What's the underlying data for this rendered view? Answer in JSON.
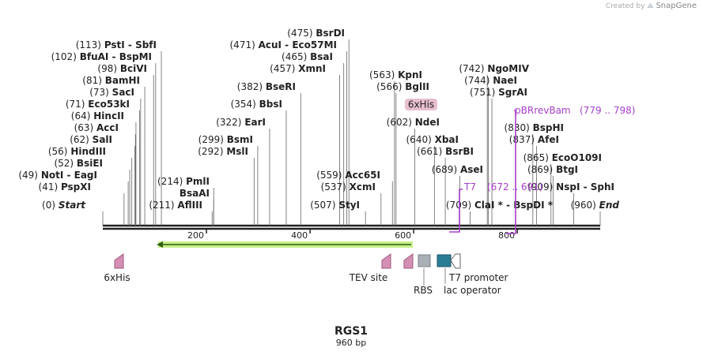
{
  "credit": {
    "prefix": "Created by",
    "brand": "SnapGene"
  },
  "map": {
    "name": "RGS1",
    "length_label": "960 bp",
    "total_bp": 960,
    "ruler_ticks": [
      "200",
      "400",
      "600",
      "800"
    ],
    "ruler_positions": [
      200,
      400,
      600,
      800
    ]
  },
  "sites": [
    {
      "name": "Start",
      "pos": "(0)",
      "bp": 0,
      "italic": true
    },
    {
      "name": "PspXI",
      "pos": "(41)",
      "bp": 41
    },
    {
      "name": "NotI - EagI",
      "pos": "(49)",
      "bp": 49
    },
    {
      "name": "BsiEI",
      "pos": "(52)",
      "bp": 52
    },
    {
      "name": "HindIII",
      "pos": "(56)",
      "bp": 56
    },
    {
      "name": "SalI",
      "pos": "(62)",
      "bp": 62
    },
    {
      "name": "AccI",
      "pos": "(63)",
      "bp": 63
    },
    {
      "name": "HincII",
      "pos": "(64)",
      "bp": 64
    },
    {
      "name": "Eco53kI",
      "pos": "(71)",
      "bp": 71
    },
    {
      "name": "SacI",
      "pos": "(73)",
      "bp": 73
    },
    {
      "name": "BamHI",
      "pos": "(81)",
      "bp": 81
    },
    {
      "name": "BciVI",
      "pos": "(98)",
      "bp": 98
    },
    {
      "name": "BfuAI - BspMI",
      "pos": "(102)",
      "bp": 102
    },
    {
      "name": "PstI - SbfI",
      "pos": "(113)",
      "bp": 113
    },
    {
      "name": "AflIII",
      "pos": "(211)",
      "bp": 211
    },
    {
      "name": "BsaAI",
      "pos": "",
      "bp": 214
    },
    {
      "name": "PmlI",
      "pos": "(214)",
      "bp": 214
    },
    {
      "name": "MslI",
      "pos": "(292)",
      "bp": 292
    },
    {
      "name": "BsmI",
      "pos": "(299)",
      "bp": 299
    },
    {
      "name": "EarI",
      "pos": "(322)",
      "bp": 322
    },
    {
      "name": "BbsI",
      "pos": "(354)",
      "bp": 354
    },
    {
      "name": "BseRI",
      "pos": "(382)",
      "bp": 382
    },
    {
      "name": "XmnI",
      "pos": "(457)",
      "bp": 457
    },
    {
      "name": "BsaI",
      "pos": "(465)",
      "bp": 465
    },
    {
      "name": "AcuI - Eco57MI",
      "pos": "(471)",
      "bp": 471
    },
    {
      "name": "BsrDI",
      "pos": "(475)",
      "bp": 475
    },
    {
      "name": "StyI",
      "pos": "(507)",
      "bp": 507
    },
    {
      "name": "XcmI",
      "pos": "(537)",
      "bp": 537
    },
    {
      "name": "Acc65I",
      "pos": "(559)",
      "bp": 559
    },
    {
      "name": "KpnI",
      "pos": "(563)",
      "bp": 563
    },
    {
      "name": "BglII",
      "pos": "(566)",
      "bp": 566
    },
    {
      "name": "NdeI",
      "pos": "(602)",
      "bp": 602
    },
    {
      "name": "XbaI",
      "pos": "(640)",
      "bp": 640
    },
    {
      "name": "BsrBI",
      "pos": "(661)",
      "bp": 661
    },
    {
      "name": "AseI",
      "pos": "(689)",
      "bp": 689
    },
    {
      "name": "ClaI * - BspDI *",
      "pos": "(709)",
      "bp": 709
    },
    {
      "name": "NgoMIV",
      "pos": "(742)",
      "bp": 742
    },
    {
      "name": "NaeI",
      "pos": "(744)",
      "bp": 744
    },
    {
      "name": "SgrAI",
      "pos": "(751)",
      "bp": 751
    },
    {
      "name": "BspHI",
      "pos": "(830)",
      "bp": 830
    },
    {
      "name": "AfeI",
      "pos": "(837)",
      "bp": 837
    },
    {
      "name": "EcoO109I",
      "pos": "(865)",
      "bp": 865
    },
    {
      "name": "BtgI",
      "pos": "(869)",
      "bp": 869
    },
    {
      "name": "NspI - SphI",
      "pos": "(909)",
      "bp": 909
    },
    {
      "name": "End",
      "pos": "(960)",
      "bp": 960,
      "italic": true
    }
  ],
  "primers": [
    {
      "name": "pBRrevBam",
      "range": "(779 .. 798)",
      "color": "#a63fc8"
    },
    {
      "name": "T7",
      "range": "(672 .. 691)",
      "color": "#a63fc8"
    }
  ],
  "features": {
    "his_tag_label": "6xHis",
    "his_tag_top_label": "6xHis",
    "tev_label": "TEV site",
    "rbs_label": "RBS",
    "t7_promoter_label": "T7 promoter",
    "lac_operator_label": "lac operator"
  },
  "colors": {
    "backbone": "#222222",
    "orf_fill": "#c6f08a",
    "orf_arrow": "#2f5d10",
    "tag_fill": "#d68fb4",
    "rbs_fill": "#aab0b8",
    "promoter_fill": "#2b7d96",
    "primer": "#a63fc8"
  }
}
